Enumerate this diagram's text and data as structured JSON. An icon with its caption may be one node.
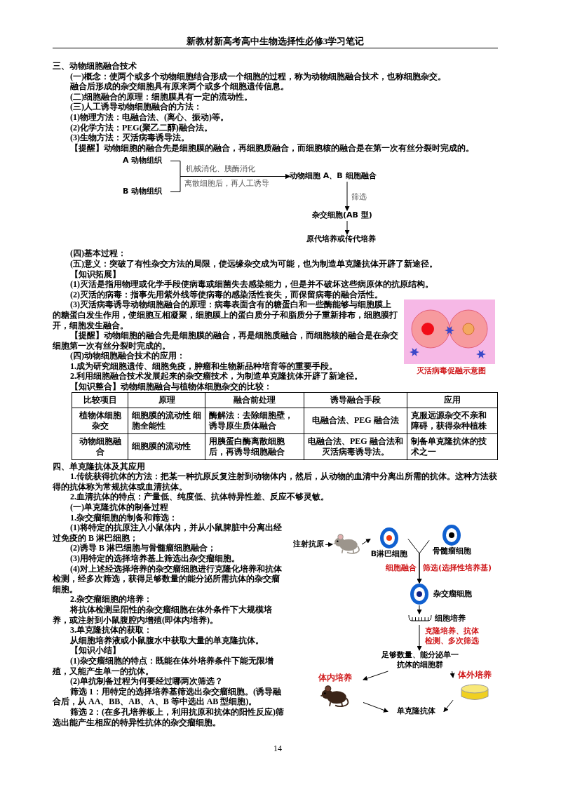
{
  "diagram": {
    "title": "新教材新高考高中生物选择性必修3学习笔记",
    "nodes": [
      {
        "text": [
          "A 动物组织"
        ]
      },
      {
        "text": [
          "B 动物组织"
        ]
      },
      {
        "text": [
          "动物细胞 A、B 细胞融合"
        ]
      },
      {
        "text": [
          "杂交细胞(AB 型)"
        ]
      },
      {
        "text": [
          "原代培养或传代培养"
        ]
      },
      {
        "text": [
          "注射抗原"
        ]
      },
      {
        "text": [],
        "shape": "picture"
      },
      {
        "text": [
          "B淋巴细胞"
        ]
      },
      {
        "text": [
          "骨髓瘤细胞"
        ]
      },
      {
        "text": [
          "杂交瘤细胞"
        ]
      },
      {
        "text": [
          "细胞培养"
        ]
      },
      {
        "text": [
          "足够数量、能分泌单一抗体的细胞群"
        ]
      },
      {
        "text": [
          "体内培养"
        ]
      },
      {
        "text": [
          "体外培养"
        ]
      },
      {
        "text": [
          "单克隆抗体"
        ]
      }
    ],
    "edges": [
      {
        "from": 0,
        "to": 2,
        "arrow": "to",
        "label": "机械消化、胰酶消化"
      },
      {
        "from": 1,
        "to": 2,
        "arrow": "to",
        "label": "离散细胞后，再人工诱导"
      },
      {
        "from": 2,
        "to": 3,
        "arrow": "to",
        "label": "筛选"
      },
      {
        "from": 3,
        "to": 4,
        "arrow": "to"
      },
      {
        "from": 5,
        "to": 6,
        "arrow": "to"
      },
      {
        "from": 6,
        "to": 7,
        "arrow": "to"
      },
      {
        "from": 7,
        "to": 9,
        "arrow": "to",
        "label": "细胞融合"
      },
      {
        "from": 8,
        "to": 9,
        "arrow": "to",
        "label": "筛选(选择性培养基)"
      },
      {
        "from": 9,
        "to": 10,
        "arrow": "to"
      },
      {
        "from": 10,
        "to": 11,
        "arrow": "to",
        "label": "克隆培养、抗体检测、多次筛选"
      },
      {
        "from": 11,
        "to": 12,
        "arrow": "to"
      },
      {
        "from": 11,
        "to": 13,
        "arrow": "to"
      },
      {
        "from": 12,
        "to": 14,
        "arrow": "to"
      },
      {
        "from": 13,
        "to": 14,
        "arrow": "to"
      }
    ],
    "labels": [
      "三、动物细胞融合技术",
      "(一)概念：使两个或多个动物细胞结合形成一个细胞的过程，称为动物细胞融合技术，也称细胞杂交。",
      "融合后形成的杂交细胞具有原来两个或多个细胞遗传信息。",
      "(二)细胞融合的原理：细胞膜具有一定的流动性。",
      "(三)人工诱导动物细胞融合的方法：",
      "(1)物理方法：电融合法、(离心、振动)等。",
      "(2)化学方法：PEG(聚乙二醇)融合法。",
      "(3)生物方法：灭活病毒诱导法。",
      "【提醒】动物细胞的融合先是细胞膜的融合，再细胞质融合，而细胞核的融合是在第一次有丝分裂时完成的。",
      "(四)基本过程：",
      "(五)意义：突破了有性杂交方法的局限，使远缘杂交成为可能，也为制造单克隆抗体开辟了新途径。",
      "【知识拓展】",
      "(1)灭活是指用物理或化学手段使病毒或细菌失去感染能力，但是并不破坏这些病原体的抗原结构。",
      "(2)灭活的病毒：指事先用紫外线等使病毒的感染活性丧失，而保留病毒的融合活性。",
      "灭活病毒促融示意图",
      "(3)灭活病毒诱导动物细胞融合的原理：病毒表面含有的糖蛋白和一些酶能够与细胞膜上的糖蛋白发生作用，使细胞互相凝聚，细胞膜上的蛋白质分子和脂质分子重新排布，细胞膜打开，细胞发生融合。",
      "【提醒】动物细胞的融合先是细胞膜的融合，再是细胞质融合，而细胞核的融合是在杂交细胞第一次有丝分裂时完成的。",
      "(四)动物细胞融合技术的应用：",
      "1.成为研究细胞遗传、细胞免疫，肿瘤和生物新品种培育等的重要手段。",
      "2.利用细胞融合技术发展起来的杂交瘤技术，为制造单克隆抗体开辟了新途径。",
      "【知识整合】动物细胞融合与植物体细胞杂交的比较：",
      "比较项目",
      "原理",
      "融合前处理",
      "诱导融合手段",
      "应用",
      "植物体细胞杂交",
      "细胞膜的流动性 细胞全能性",
      "酶解法：去除细胞壁，诱导原生质体融合",
      "电融合法、PEG 融合法",
      "克服远源杂交不亲和障碍，获得杂种植株",
      "动物细胞融合",
      "细胞膜的流动性",
      "用胰蛋白酶离散细胞后，再诱导细胞融合",
      "电融合法、PEG 融合法和灭活病毒诱导法。",
      "制备单克隆抗体的技术之一",
      "四、单克隆抗体及其应用",
      "1.传统获得抗体的方法：把某一种抗原反复注射到动物体内，然后，从动物的血清中分离出所需的抗体。这种方法获得的抗体称为常规抗体或血清抗体。",
      "2.血清抗体的特点：产量低、纯度低、抗体特异性差、反应不够灵敏。",
      "(一)单克隆抗体的制备过程",
      "1.杂交瘤细胞的制备和筛选：",
      "(1)将特定的抗原注入小鼠体内，并从小鼠脾脏中分离出经过免疫的 B 淋巴细胞；",
      "(2)诱导 B 淋巴细胞与骨髓瘤细胞融合；",
      "(3)用特定的选择培养基上筛选出杂交瘤细胞。",
      "(4)对上述经选择培养的杂交瘤细胞进行克隆化培养和抗体检测，经多次筛选，获得足够数量的能分泌所需抗体的杂交瘤细胞。",
      "2.杂交瘤细胞的培养：",
      "将抗体检测呈阳性的杂交瘤细胞在体外条件下大规模培养，或注射到小鼠腹腔内增殖(即体内培养)。",
      "3.单克隆抗体的获取：",
      "从细胞培养液或小鼠腹水中获取大量的单克隆抗体。",
      "【知识小结】",
      "(1)杂交瘤细胞的特点：既能在体外培养条件下能无限增殖，又能产生单一的抗体。",
      "(2)单抗制备过程为何要经过哪两次筛选？",
      "筛选 1：用特定的选择培养基筛选出杂交瘤细胞。(诱导融合后，从 AA、BB、AB、A、B 等中选出 AB 型细胞)。",
      "筛选 2：(在多孔培养板上，利用抗原和抗体的阳性反应)筛选出能产生相应的特异性抗体的杂交瘤细胞。",
      "14"
    ]
  }
}
